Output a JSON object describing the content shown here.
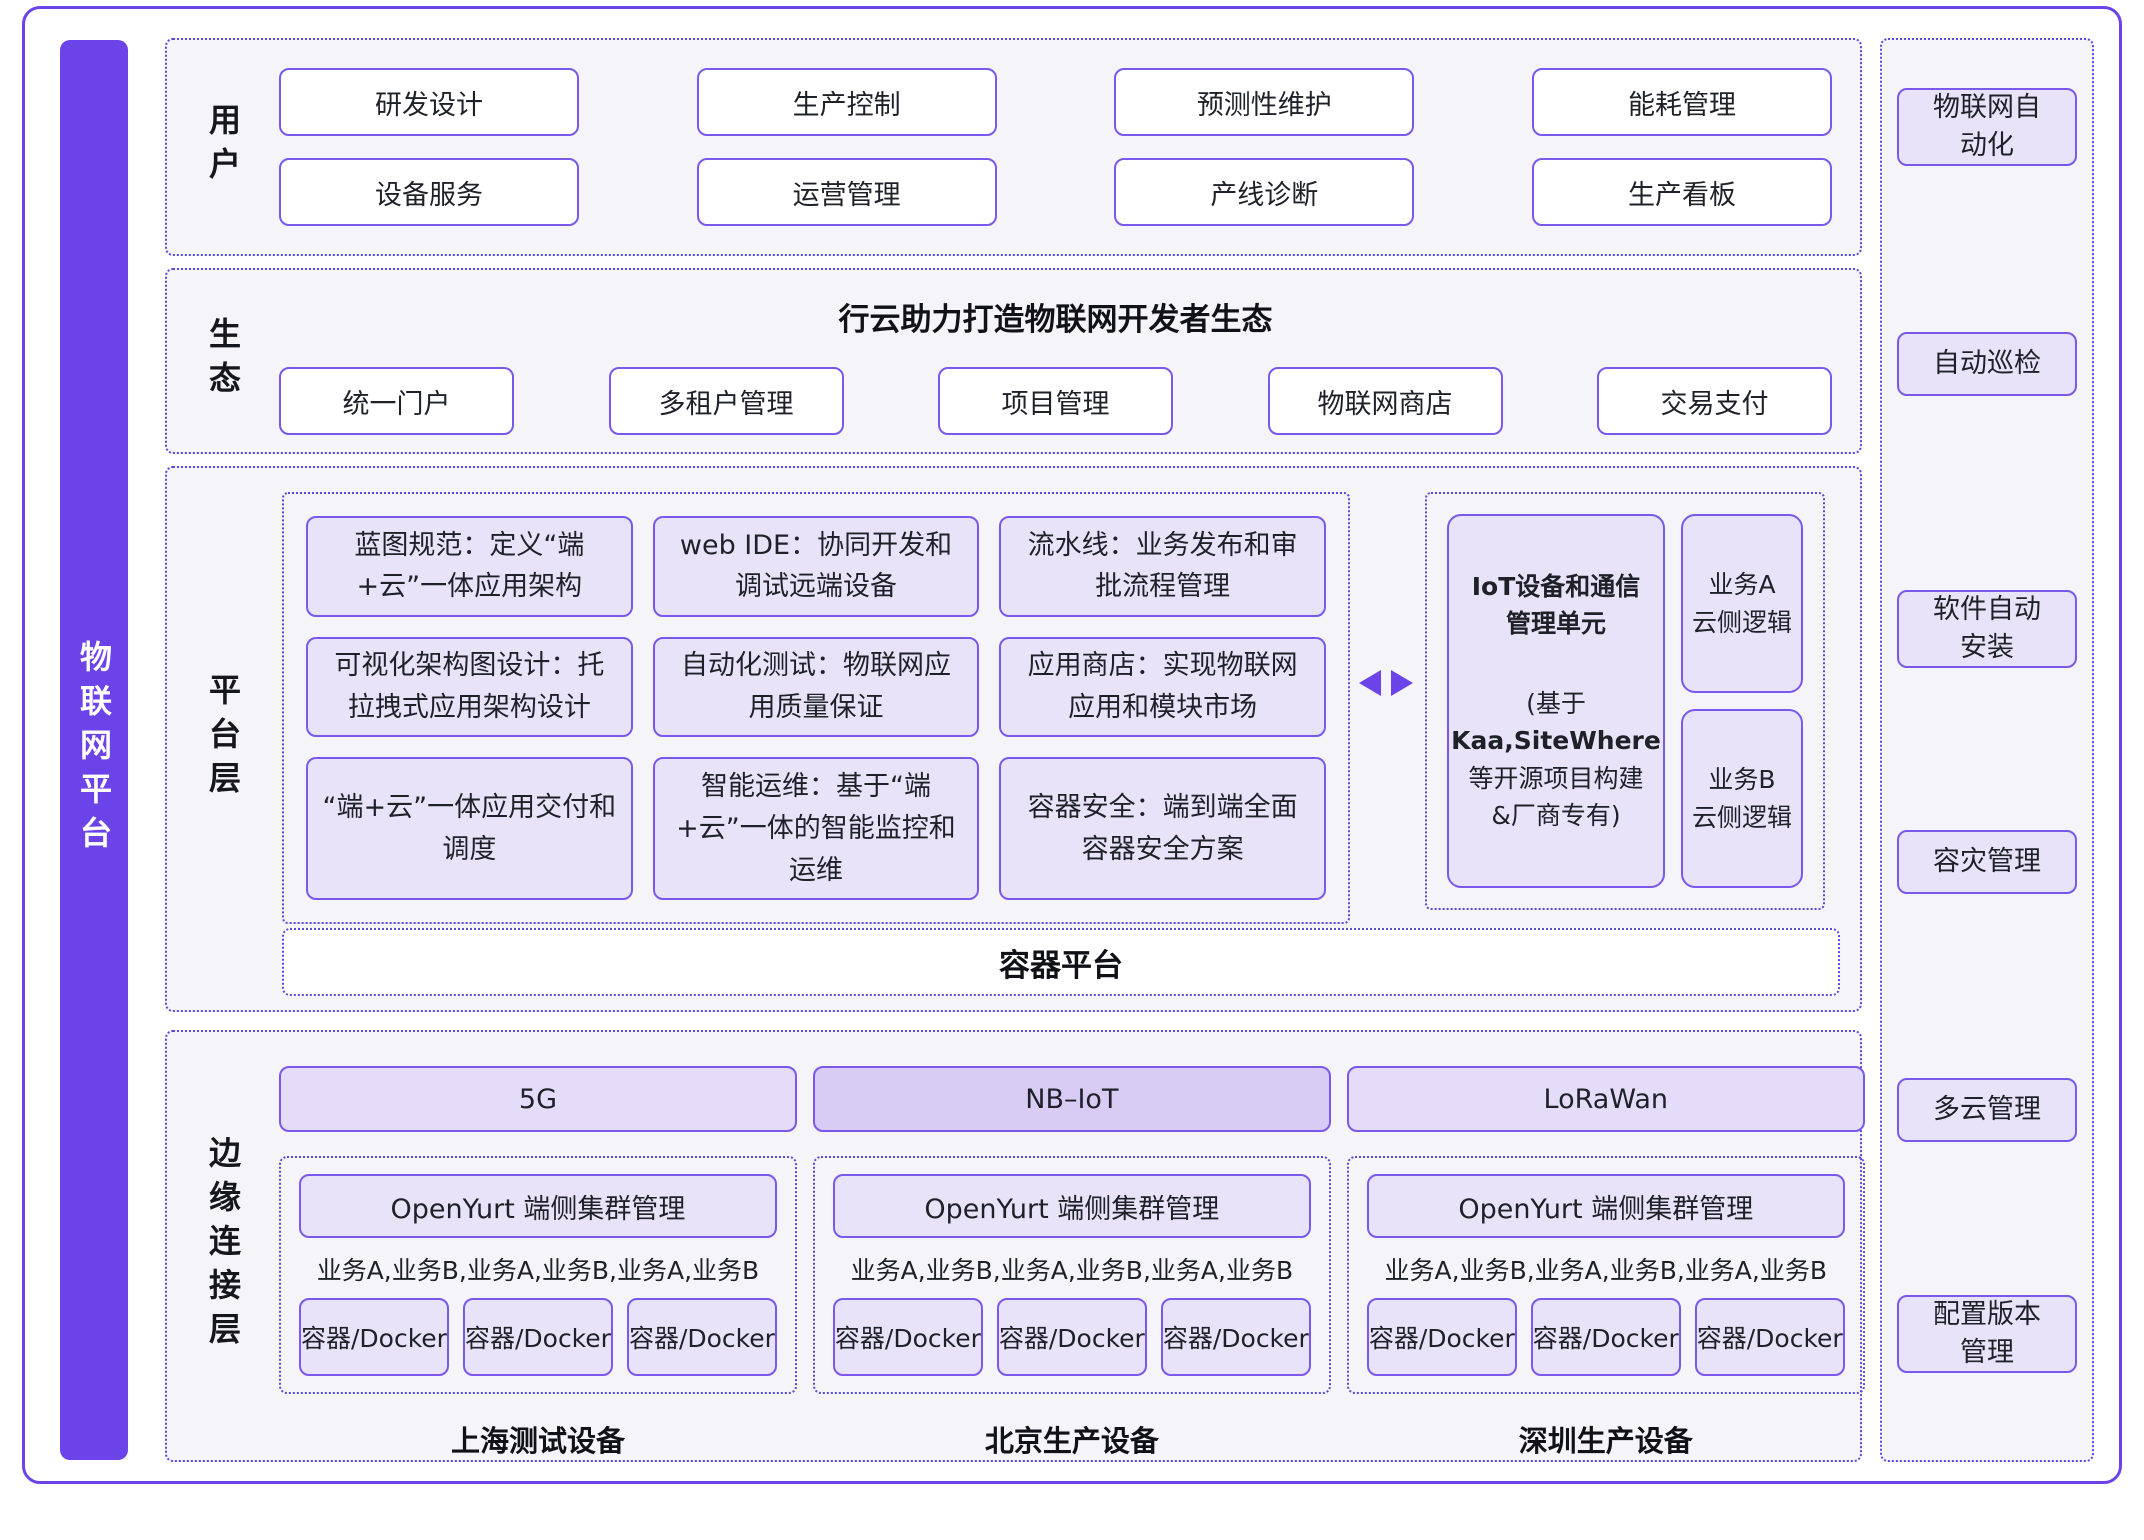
{
  "colors": {
    "accent": "#6C43E8",
    "box_border": "#7A58EC",
    "dotted_border": "#5B48DC",
    "light_fill": "#E9E3F9",
    "network_fill": "#E4DCF8",
    "highlight_fill": "#D8CBF4",
    "section_bg": "#F4F4F9"
  },
  "left_bar": {
    "label": "物联网平台"
  },
  "user_section": {
    "label": "用户",
    "boxes": [
      "研发设计",
      "生产控制",
      "预测性维护",
      "能耗管理",
      "设备服务",
      "运营管理",
      "产线诊断",
      "生产看板"
    ]
  },
  "eco_section": {
    "label": "生态",
    "title": "行云助力打造物联网开发者生态",
    "boxes": [
      "统一门户",
      "多租户管理",
      "项目管理",
      "物联网商店",
      "交易支付"
    ]
  },
  "platform_section": {
    "label": "平台层",
    "cells": [
      "蓝图规范：定义“端+云”一体应用架构",
      "web IDE：协同开发和调试远端设备",
      "流水线：业务发布和审批流程管理",
      "可视化架构图设计：托拉拽式应用架构设计",
      "自动化测试：物联网应用质量保证",
      "应用商店：实现物联网应用和模块市场",
      "“端+云”一体应用交付和调度",
      "智能运维：基于“端+云”一体的智能监控和运维",
      "容器安全：端到端全面容器安全方案"
    ],
    "iot_unit": {
      "title": "IoT设备和通信管理单元",
      "paren_open": "(基于",
      "highlight": "Kaa,SiteWhere",
      "line3": "等开源项目构建",
      "line4": "&厂商专有)"
    },
    "business_a": {
      "line1": "业务A",
      "line2": "云侧逻辑"
    },
    "business_b": {
      "line1": "业务B",
      "line2": "云侧逻辑"
    },
    "container_platform": "容器平台"
  },
  "edge_section": {
    "label": "边缘连接层",
    "networks": [
      "5G",
      "NB–IoT",
      "LoRaWan"
    ],
    "cluster_title": "OpenYurt 端侧集群管理",
    "services": "业务A,业务B,业务A,业务B,业务A,业务B",
    "docker_label": "容器/Docker",
    "sites": [
      "上海测试设备",
      "北京生产设备",
      "深圳生产设备"
    ]
  },
  "right_rail": {
    "items": [
      "物联网自动化",
      "自动巡检",
      "软件自动安装",
      "容灾管理",
      "多云管理",
      "配置版本管理"
    ]
  }
}
